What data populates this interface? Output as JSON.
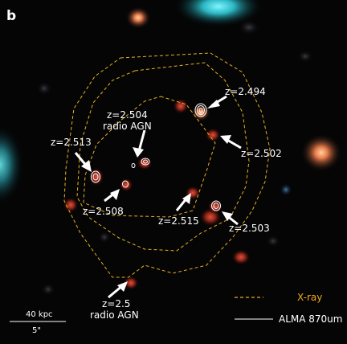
{
  "panel_label": "b",
  "sources": [
    {
      "label": "z=2.494"
    },
    {
      "label_line1": "z=2.504",
      "label_line2": "radio AGN"
    },
    {
      "label": "z=2.513"
    },
    {
      "label": "z=2.502"
    },
    {
      "label": "z=2.508"
    },
    {
      "label": "z=2.515"
    },
    {
      "label": "z=2.503"
    },
    {
      "label_line1": "z=2.5",
      "label_line2": "radio AGN"
    }
  ],
  "legend": {
    "xray_label": "X-ray",
    "xray_color": "#e8b020",
    "alma_label": "ALMA 870um",
    "alma_color": "#ffffff"
  },
  "scale_bar": {
    "top_label": "40 kpc",
    "bottom_label": "5\""
  }
}
